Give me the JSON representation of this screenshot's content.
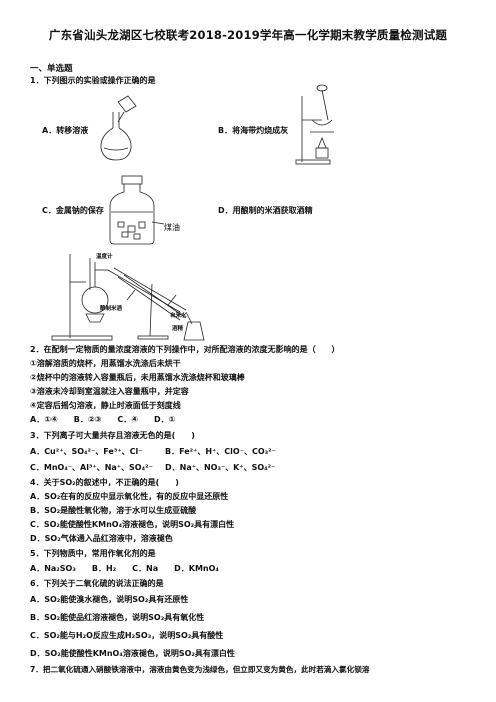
{
  "title": "广东省汕头龙湖区七校联考2018-2019学年高一化学期末教学质量检测试题",
  "section": "一、单选题",
  "q1": {
    "stem": "1．下列图示的实验或操作正确的是",
    "A": "A．转移溶液",
    "B": "B．将海带灼烧成灰",
    "C": "C．金属钠的保存",
    "D": "D．用酿制的米酒获取酒精",
    "label_coal_oil": "煤油",
    "label_thermometer": "温度计",
    "label_bath": "酿制米酒",
    "label_water_in": "自来水",
    "label_spirit": "酒精"
  },
  "q2": {
    "stem": "2．在配制一定物质的量浓度溶液的下列操作中，对所配溶液的浓度无影响的是（　　）",
    "s1": "①溶解溶质的烧杯，用蒸馏水洗涤后未烘干",
    "s2": "②烧杯中的溶液转入容量瓶后，未用蒸馏水洗涤烧杯和玻璃棒",
    "s3": "③溶液未冷却到室温就注入容量瓶中，并定容",
    "s4": "④定容后摇匀溶液，静止时液面低于刻度线",
    "opts": "A．①④　　B．②③　　C．④　　D．①"
  },
  "q3": {
    "stem": "3．下列离子可大量共存且溶液无色的是(　　)",
    "A": "A．Cu²⁺、SO₄²⁻、Fe³⁺、Cl⁻",
    "B": "B．Fe²⁺、H⁺、ClO⁻、CO₃²⁻",
    "C": "C．MnO₄⁻、Al³⁺、Na⁺、SO₄²⁻",
    "D": "D．Na⁺、NO₃⁻、K⁺、SO₄²⁻"
  },
  "q4": {
    "stem": "4．关于SO₂的叙述中，不正确的是(　　)",
    "A": "A．SO₂在有的反应中显示氧化性，有的反应中显还原性",
    "B": "B．SO₂是酸性氧化物，溶于水可以生成亚硫酸",
    "C": "C．SO₂能使酸性KMnO₄溶液褪色，说明SO₂具有漂白性",
    "D": "D．SO₂气体通入品红溶液中，溶液褪色"
  },
  "q5": {
    "stem": "5．下列物质中，常用作氧化剂的是",
    "opts": "A．Na₂SO₃　　B．H₂　　C．Na　　D．KMnO₄"
  },
  "q6": {
    "stem": "6．下列关于二氧化硫的说法正确的是",
    "A": "A．SO₂能使溴水褪色，说明SO₂具有还原性",
    "B": "B．SO₂能使品红溶液褪色，说明SO₂具有氧化性",
    "C": "C．SO₂能与H₂O反应生成H₂SO₃，说明SO₂具有酸性",
    "D": "D．SO₂能使酸性KMnO₄溶液褪色，说明SO₂具有漂白性"
  },
  "q7": {
    "stem": "7．把二氧化硫通入硝酸铁溶液中，溶液由黄色变为浅绿色，但立即又变为黄色，此时若滴入氯化钡溶"
  }
}
